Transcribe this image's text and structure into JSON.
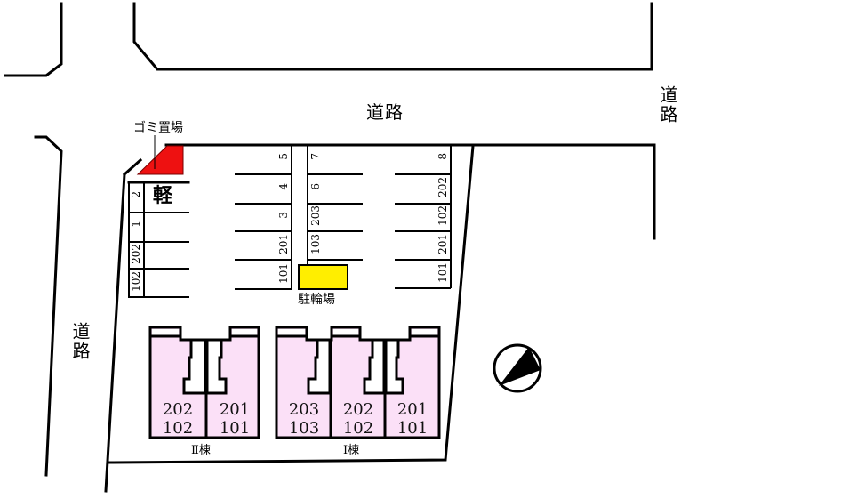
{
  "labels": {
    "road_top": "道路",
    "road_right": "道路",
    "road_left": "道路",
    "garbage_area": "ゴミ置場",
    "bicycle_parking": "駐輪場",
    "kei_car": "軽",
    "building_1": "Ⅰ棟",
    "building_2": "Ⅱ棟"
  },
  "colors": {
    "garbage_area": "#ee1111",
    "bicycle_parking": "#ffee00",
    "unit_fill": "#fbe0f7",
    "line": "#000000"
  },
  "parking": {
    "left_column": [
      "2",
      "1",
      "202",
      "102"
    ],
    "center_left_column": [
      "5",
      "4",
      "3",
      "201",
      "101"
    ],
    "center_right_column": [
      "7",
      "6",
      "203",
      "103"
    ],
    "right_column": [
      "8",
      "202",
      "102",
      "201",
      "101"
    ]
  },
  "buildings": {
    "building_2_units": [
      {
        "upper": "202",
        "lower": "102"
      },
      {
        "upper": "201",
        "lower": "101"
      }
    ],
    "building_1_units": [
      {
        "upper": "203",
        "lower": "103"
      },
      {
        "upper": "202",
        "lower": "102"
      },
      {
        "upper": "201",
        "lower": "101"
      }
    ]
  },
  "compass": {
    "icon": "north-arrow-icon"
  }
}
